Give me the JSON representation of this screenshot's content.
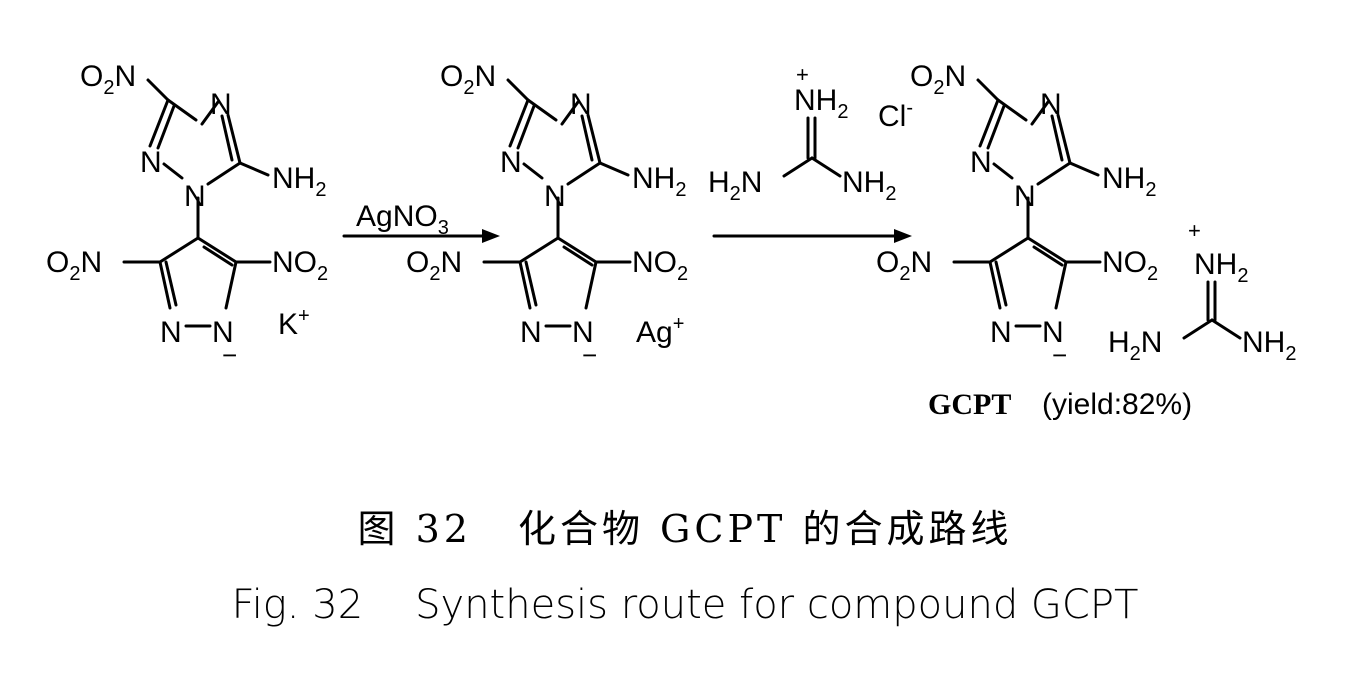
{
  "caption": {
    "cn_prefix": "图 32",
    "cn_title": "化合物 GCPT 的合成路线",
    "en_prefix": "Fig. 32",
    "en_title": "Synthesis route for compound GCPT"
  },
  "reaction": {
    "step1_reagent": "AgNO3",
    "step2_reagent_cation": "NH2",
    "step2_reagent_anion": "Cl-",
    "product_name": "GCPT",
    "product_yield": "(yield:82%)"
  },
  "labels": {
    "nitro": "O2N",
    "nitro_right": "NO2",
    "amine": "NH2",
    "amine_left": "H2N",
    "potassium": "K+",
    "silver": "Ag+",
    "nitrogen": "N",
    "minus": "−"
  }
}
